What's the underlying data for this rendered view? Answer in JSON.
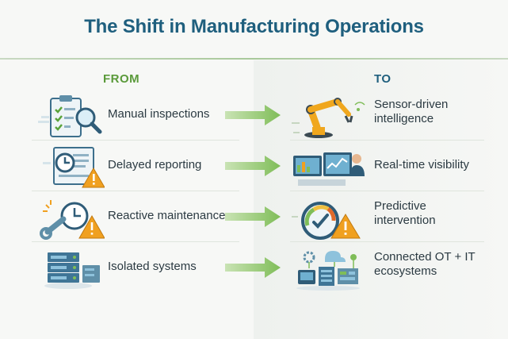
{
  "title": "The Shift in Manufacturing Operations",
  "columns": {
    "from": "FROM",
    "to": "TO"
  },
  "rows": [
    {
      "from": "Manual inspections",
      "to_line1": "Sensor-driven",
      "to_line2": "intelligence",
      "from_icon": "clipboard-magnifier-icon",
      "to_icon": "robotic-arm-icon"
    },
    {
      "from": "Delayed reporting",
      "to_line1": "Real-time visibility",
      "to_line2": "",
      "from_icon": "report-clock-warning-icon",
      "to_icon": "monitoring-station-icon"
    },
    {
      "from": "Reactive maintenance",
      "to_line1": "Predictive",
      "to_line2": "intervention",
      "from_icon": "wrench-clock-warning-icon",
      "to_icon": "gauge-warning-icon"
    },
    {
      "from": "Isolated systems",
      "to_line1": "Connected OT + IT",
      "to_line2": "ecosystems",
      "from_icon": "server-stack-icon",
      "to_icon": "connected-network-icon"
    }
  ],
  "colors": {
    "title": "#1f5f7e",
    "from_accent": "#5a9a3a",
    "arrow": "#8cc46a",
    "warning": "#f0a020"
  }
}
